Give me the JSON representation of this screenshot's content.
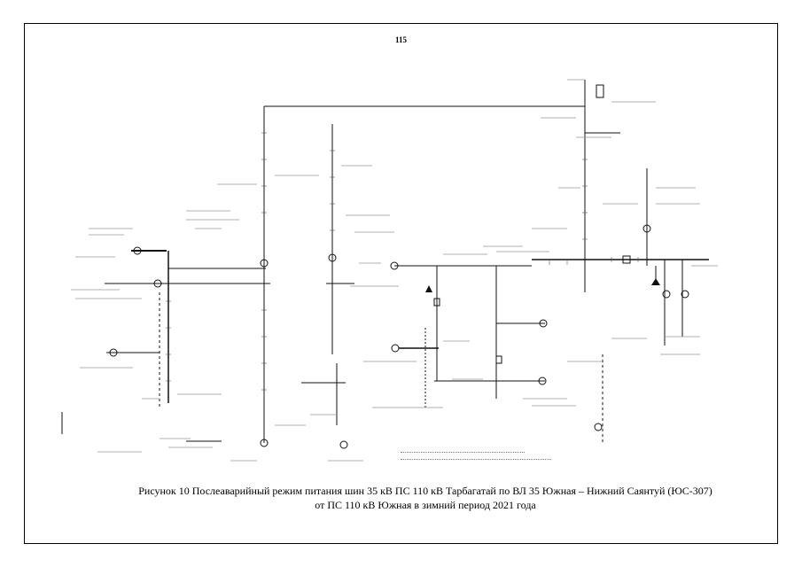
{
  "page_number": "115",
  "caption": {
    "line1": "Рисунок 10 Послеаварийный режим питания шин 35 кВ ПС 110 кВ Тарбагатай по ВЛ 35 Южная – Нижний Саянтуй (ЮС-307)",
    "line2": "от ПС 110 кВ Южная в зимний период 2021 года"
  }
}
